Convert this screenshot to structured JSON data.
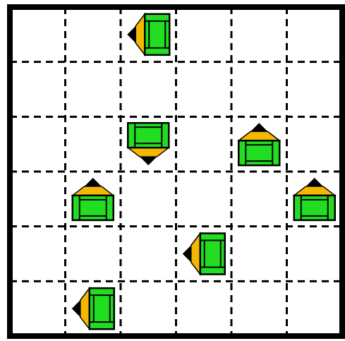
{
  "board": {
    "rows": 6,
    "cols": 6,
    "colors": {
      "background": "#ffffff",
      "border": "#000000",
      "grid_line": "#000000",
      "body": "#22dd22",
      "stripe": "#f5b800",
      "pointer": "#000000",
      "outline": "#000000"
    }
  },
  "pieces": [
    {
      "row": 0,
      "col": 2,
      "facing": "left"
    },
    {
      "row": 2,
      "col": 2,
      "facing": "down"
    },
    {
      "row": 2,
      "col": 4,
      "facing": "up"
    },
    {
      "row": 3,
      "col": 1,
      "facing": "up"
    },
    {
      "row": 3,
      "col": 5,
      "facing": "up"
    },
    {
      "row": 4,
      "col": 3,
      "facing": "left"
    },
    {
      "row": 5,
      "col": 1,
      "facing": "left"
    }
  ]
}
